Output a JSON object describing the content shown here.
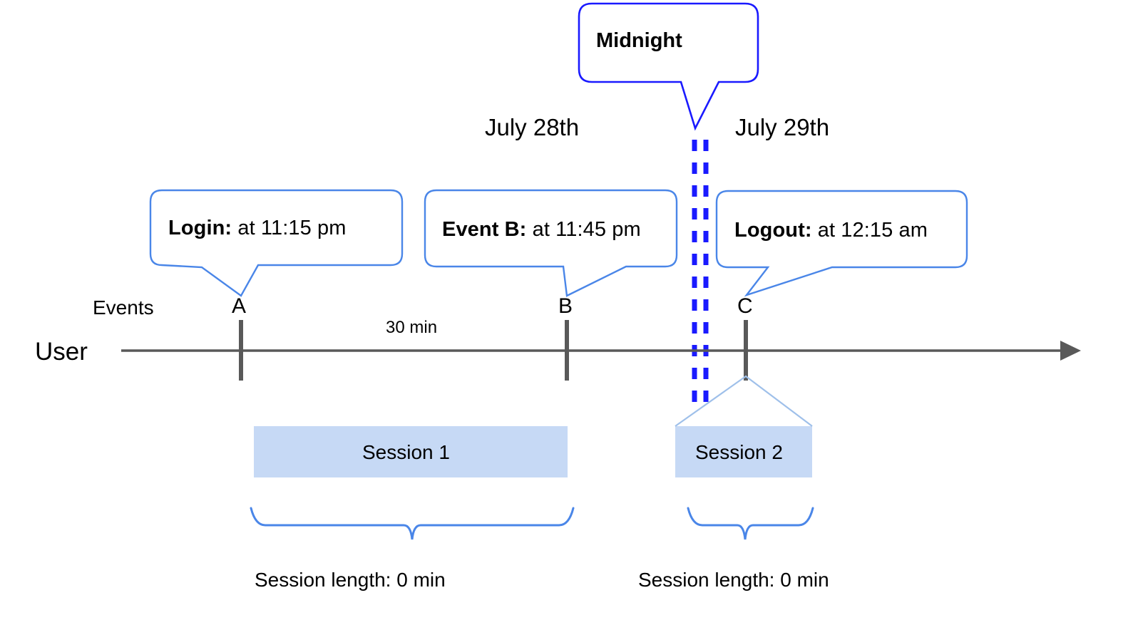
{
  "diagram": {
    "title_bubble": {
      "text": "Midnight"
    },
    "dates": [
      {
        "label": "July 28th"
      },
      {
        "label": "July 29th"
      }
    ],
    "axis": {
      "row_label": "User",
      "events_label": "Events",
      "duration_label": "30 min"
    },
    "events": [
      {
        "marker": "A",
        "callout_label": "Login:",
        "callout_value": "at 11:15 pm"
      },
      {
        "marker": "B",
        "callout_label": "Event B:",
        "callout_value": "at 11:45 pm"
      },
      {
        "marker": "C",
        "callout_label": "Logout:",
        "callout_value": "at 12:15 am"
      }
    ],
    "sessions": [
      {
        "name": "Session 1",
        "length_label": "Session length: 0 min"
      },
      {
        "name": "Session 2",
        "length_label": "Session length: 0 min"
      }
    ],
    "colors": {
      "callout_border": "#4a86e8",
      "midnight_border": "#1a1aff",
      "midnight_dash": "#1a1aff",
      "session_fill": "#c6d9f5",
      "axis_line": "#595959",
      "marker_tick": "#595959",
      "brace": "#4a86e8"
    }
  }
}
